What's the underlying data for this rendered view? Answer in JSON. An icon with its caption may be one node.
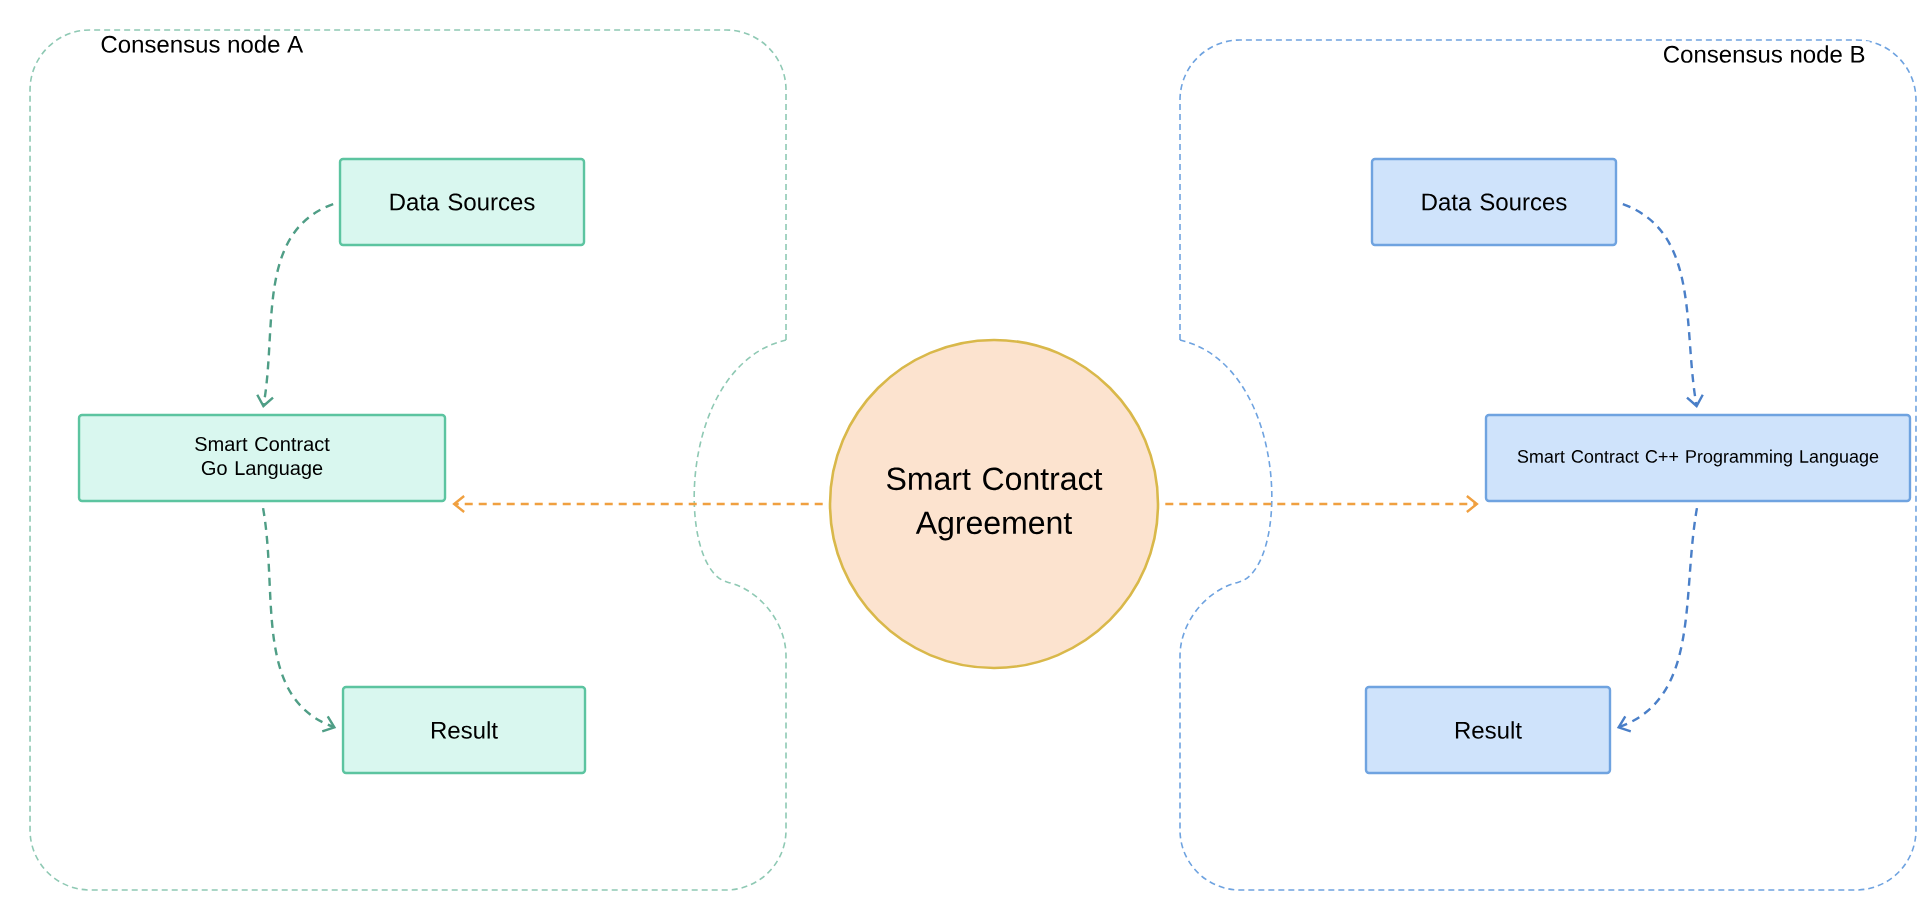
{
  "diagram": {
    "nodes": [
      {
        "text": [
          "Consensus node A"
        ]
      },
      {
        "text": [
          "Data Sources"
        ],
        "in": 0
      },
      {
        "text": [
          "Smart Contract Go Language"
        ],
        "in": 0
      },
      {
        "text": [
          "Result"
        ],
        "in": 0
      },
      {
        "text": [
          "Smart Contract Agreement"
        ]
      },
      {
        "text": [
          "Consensus node B"
        ]
      },
      {
        "text": [
          "Data Sources"
        ],
        "in": 5
      },
      {
        "text": [
          "Smart Contract C++ Programming Language"
        ],
        "in": 5
      },
      {
        "text": [
          "Result"
        ],
        "in": 5
      }
    ],
    "edges": [
      {
        "from": 1,
        "to": 2,
        "arrow": "to",
        "style": "dashed",
        "color": "#4f9e86"
      },
      {
        "from": 2,
        "to": 3,
        "arrow": "to",
        "style": "dashed",
        "color": "#4f9e86"
      },
      {
        "from": 4,
        "to": 2,
        "arrow": "to",
        "style": "dashed",
        "color": "#f0a040"
      },
      {
        "from": 4,
        "to": 7,
        "arrow": "to",
        "style": "dashed",
        "color": "#f0a040"
      },
      {
        "from": 6,
        "to": 7,
        "arrow": "to",
        "style": "dashed",
        "color": "#4a7fc8"
      },
      {
        "from": 7,
        "to": 8,
        "arrow": "to",
        "style": "dashed",
        "color": "#4a7fc8"
      }
    ]
  }
}
